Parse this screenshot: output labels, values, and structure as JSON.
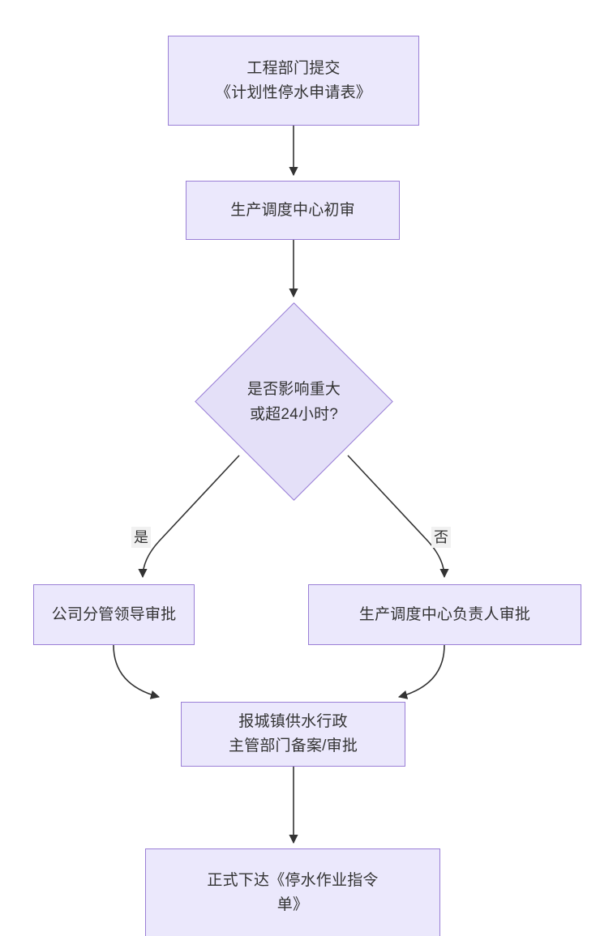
{
  "diagram": {
    "type": "flowchart",
    "direction": "top-to-bottom",
    "background_color": "#ffffff",
    "node_fill": "#ebe8fc",
    "node_border": "#9a7fd6",
    "text_color": "#333333",
    "edge_color": "#333333",
    "edge_label_background": "#f1f1f1",
    "nodes": [
      {
        "id": "n1",
        "shape": "rectangle",
        "label": "工程部门提交\n《计划性停水申请表》"
      },
      {
        "id": "n2",
        "shape": "rectangle",
        "label": "生产调度中心初审"
      },
      {
        "id": "n3",
        "shape": "diamond",
        "label": "是否影响重大\n或超24小时?"
      },
      {
        "id": "n4",
        "shape": "rectangle",
        "label": "公司分管领导审批"
      },
      {
        "id": "n5",
        "shape": "rectangle",
        "label": "生产调度中心负责人审批"
      },
      {
        "id": "n6",
        "shape": "rectangle",
        "label": "报城镇供水行政\n主管部门备案/审批"
      },
      {
        "id": "n7",
        "shape": "rectangle",
        "label": "正式下达《停水作业指令\n单》"
      }
    ],
    "edges": [
      {
        "from": "n1",
        "to": "n2",
        "label": ""
      },
      {
        "from": "n2",
        "to": "n3",
        "label": ""
      },
      {
        "from": "n3",
        "to": "n4",
        "label": "是"
      },
      {
        "from": "n3",
        "to": "n5",
        "label": "否"
      },
      {
        "from": "n4",
        "to": "n6",
        "label": ""
      },
      {
        "from": "n5",
        "to": "n6",
        "label": ""
      },
      {
        "from": "n6",
        "to": "n7",
        "label": ""
      }
    ]
  }
}
